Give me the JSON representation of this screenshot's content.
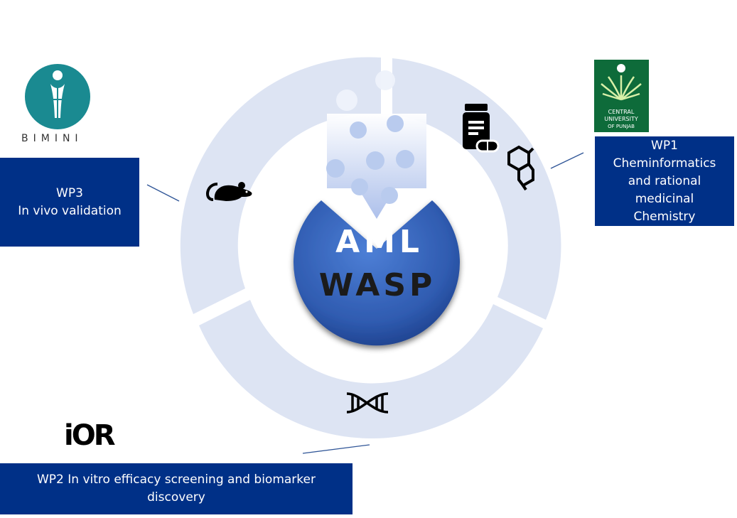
{
  "center": {
    "line1": "AML",
    "line2": "WASP"
  },
  "wp1": {
    "lines": [
      "WP1",
      "Cheminformatics",
      "and rational",
      "medicinal",
      "Chemistry"
    ]
  },
  "wp2": {
    "lines": [
      "WP2 In vitro efficacy screening and biomarker",
      "discovery"
    ]
  },
  "wp3": {
    "lines": [
      "WP3",
      "In vivo validation"
    ]
  },
  "logos": {
    "bimini": "BIMINI",
    "ior": "iOR",
    "cup": [
      "CENTRAL",
      "UNIVERSITY",
      "OF PUNJAB"
    ]
  },
  "colors": {
    "box": "#003087",
    "ring": "#dde4f3",
    "center": "#2f5bb0",
    "bimini": "#1a8a91",
    "cup": "#0e6b3a"
  },
  "icons": [
    "mouse-icon",
    "pill-bottle-icon",
    "molecule-icon",
    "dna-icon"
  ]
}
